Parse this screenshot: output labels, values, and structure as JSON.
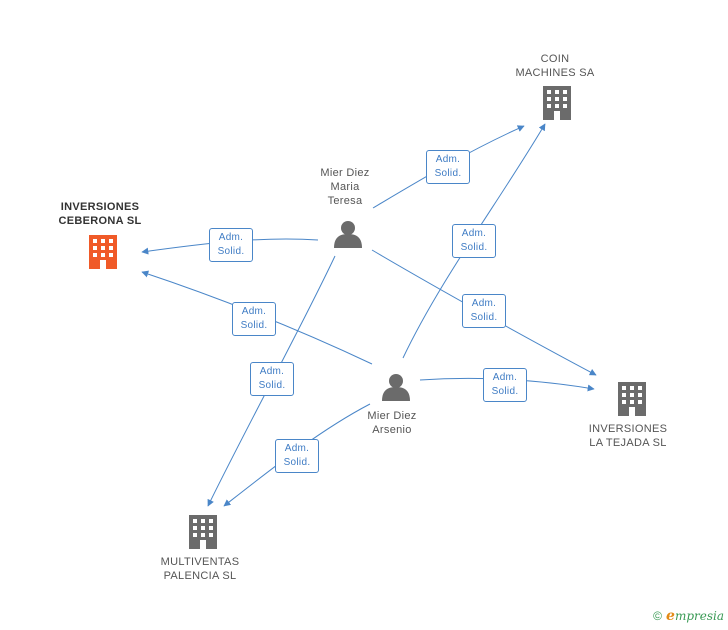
{
  "nodes": {
    "coin": {
      "label": "COIN\nMACHINES SA",
      "type": "company"
    },
    "ceberona": {
      "label": "INVERSIONES\nCEBERONA SL",
      "type": "company-main"
    },
    "tejada": {
      "label": "INVERSIONES\nLA TEJADA SL",
      "type": "company"
    },
    "multiventas": {
      "label": "MULTIVENTAS\nPALENCIA SL",
      "type": "company"
    },
    "maria": {
      "label": "Mier Diez\nMaria\nTeresa",
      "type": "person"
    },
    "arsenio": {
      "label": "Mier Diez\nArsenio",
      "type": "person"
    }
  },
  "edges": [
    {
      "from": "maria",
      "to": "coin",
      "label": "Adm.\nSolid."
    },
    {
      "from": "maria",
      "to": "ceberona",
      "label": "Adm.\nSolid."
    },
    {
      "from": "maria",
      "to": "tejada",
      "label": "Adm.\nSolid."
    },
    {
      "from": "maria",
      "to": "multiventas",
      "label": "Adm.\nSolid."
    },
    {
      "from": "arsenio",
      "to": "coin",
      "label": "Adm.\nSolid."
    },
    {
      "from": "arsenio",
      "to": "ceberona",
      "label": "Adm.\nSolid."
    },
    {
      "from": "arsenio",
      "to": "tejada",
      "label": "Adm.\nSolid."
    },
    {
      "from": "arsenio",
      "to": "multiventas",
      "label": "Adm.\nSolid."
    }
  ],
  "colors": {
    "edge": "#4a86c8",
    "company": "#6b6b6b",
    "company_main": "#f05a28",
    "person": "#6b6b6b"
  },
  "brand": {
    "copyright": "©",
    "first_letter": "e",
    "rest": "mpresia"
  }
}
